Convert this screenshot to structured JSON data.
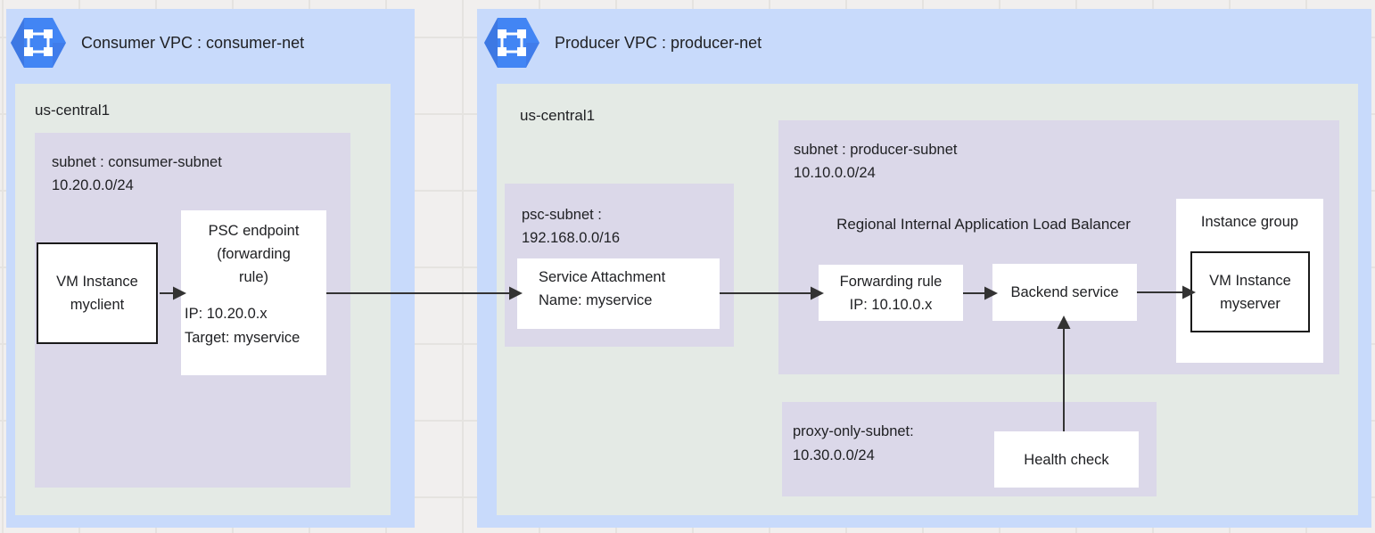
{
  "colors": {
    "canvas_bg": "#f1efee",
    "grid_line": "#e5e3e0",
    "vpc_bg": "#c8dafb",
    "region_bg": "#e4eae5",
    "subnet_bg": "#dbd8e9",
    "node_bg": "#ffffff",
    "node_border": "#1a1a1a",
    "arrow": "#333333",
    "icon_blue": "#4285f4",
    "icon_blue_dark": "#3b6ed6"
  },
  "consumer": {
    "title": "Consumer VPC : consumer-net",
    "region_label": "us-central1",
    "subnet": {
      "name": "subnet : consumer-subnet",
      "cidr": "10.20.0.0/24"
    },
    "vm": {
      "line1": "VM Instance",
      "line2": "myclient"
    },
    "psc_endpoint": {
      "line1": "PSC endpoint",
      "line2": "(forwarding",
      "line3": "rule)",
      "ip": "IP: 10.20.0.x",
      "target": "Target: myservice"
    }
  },
  "producer": {
    "title": "Producer VPC : producer-net",
    "region_label": "us-central1",
    "psc_subnet": {
      "name": "psc-subnet :",
      "cidr": "192.168.0.0/16"
    },
    "service_attachment": {
      "line1": "Service Attachment",
      "line2": "Name: myservice"
    },
    "subnet": {
      "name": "subnet : producer-subnet",
      "cidr": "10.10.0.0/24"
    },
    "load_balancer_label": "Regional Internal Application Load Balancer",
    "forwarding_rule": {
      "line1": "Forwarding rule",
      "line2": "IP: 10.10.0.x"
    },
    "backend_service": "Backend service",
    "instance_group": {
      "label": "Instance group",
      "vm": {
        "line1": "VM Instance",
        "line2": "myserver"
      }
    },
    "proxy_subnet": {
      "name": "proxy-only-subnet:",
      "cidr": "10.30.0.0/24"
    },
    "health_check": "Health check"
  }
}
